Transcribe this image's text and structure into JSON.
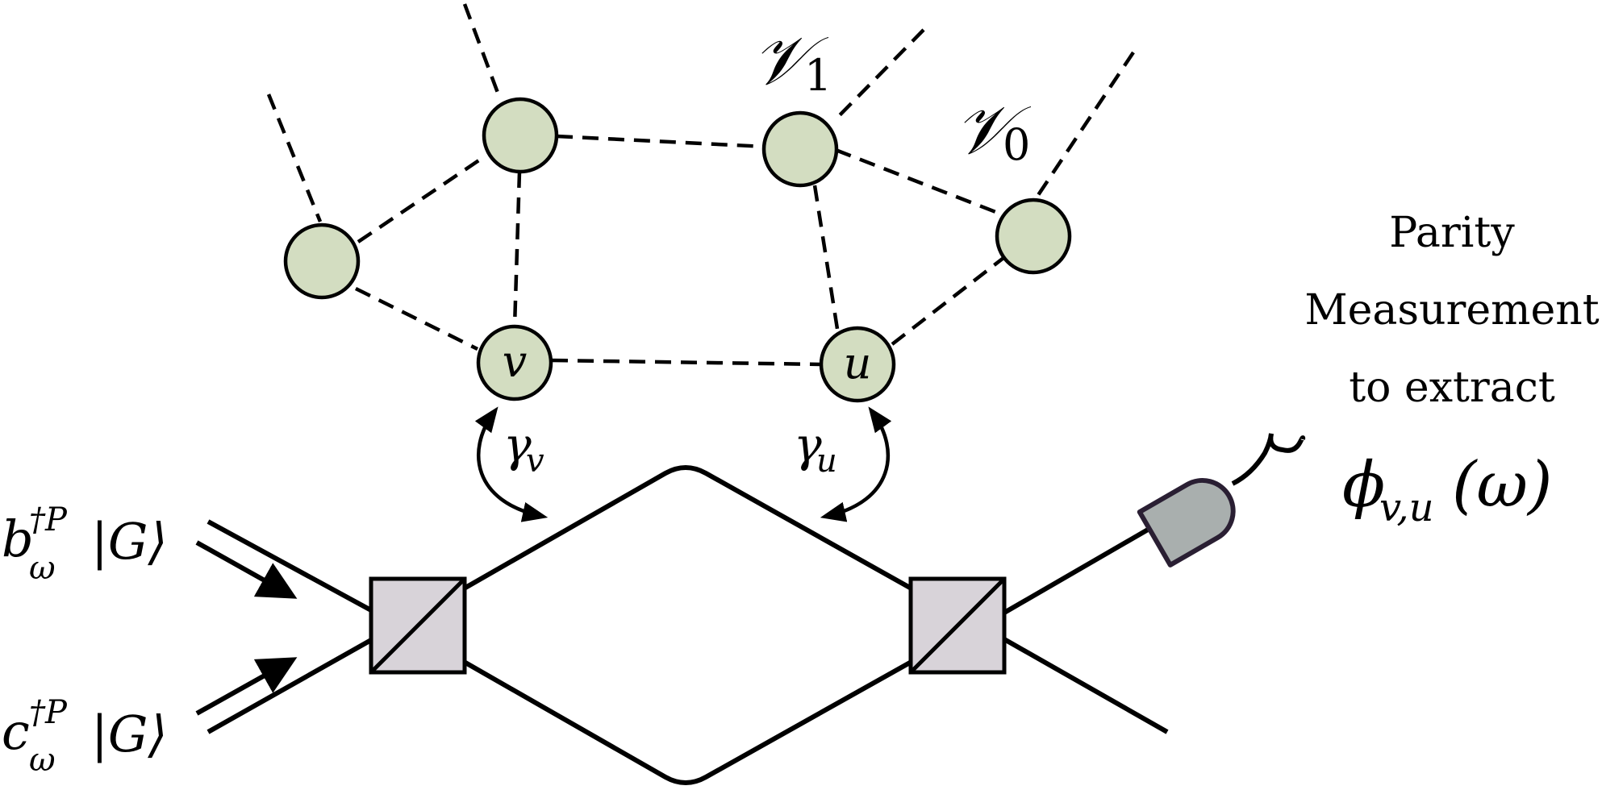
{
  "graph": {
    "set_labels": {
      "v1": {
        "base": "𝒱",
        "sub": "1"
      },
      "v0": {
        "base": "𝒱",
        "sub": "0"
      }
    },
    "node_labels": {
      "v": "v",
      "u": "u"
    },
    "node_fill": "#d3ddc1",
    "edge_style": "dashed"
  },
  "couplings": {
    "gamma_v": {
      "base": "γ",
      "sub": "v"
    },
    "gamma_u": {
      "base": "γ",
      "sub": "u"
    }
  },
  "inputs": {
    "b": {
      "base": "b",
      "sup": "†P",
      "sub": "ω",
      "ket": "|G⟩"
    },
    "c": {
      "base": "c",
      "sup": "†P",
      "sub": "ω",
      "ket": "|G⟩"
    }
  },
  "measurement": {
    "lines": [
      "Parity",
      "Measurement",
      "to extract"
    ],
    "phi": {
      "base": "ϕ",
      "sub": "v,u",
      "arg": "(ω)"
    },
    "detector_fill": "#a9afae",
    "detector_stroke": "#2a1f33"
  },
  "beam_splitter_fill": "#d8d3d9"
}
